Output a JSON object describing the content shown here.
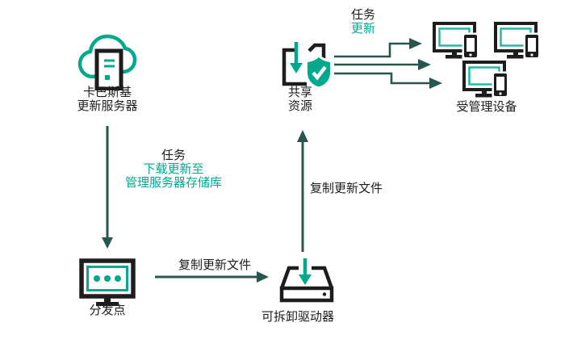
{
  "diagram": {
    "title_implicit": "Kaspersky update distribution scheme",
    "colors": {
      "accent_teal": "#00a88e",
      "arrow_dark_teal": "#27564e",
      "icon_black": "#1d1d1b",
      "background": "#ffffff"
    },
    "nodes": {
      "update_servers": {
        "icon": "cloud-server-icon",
        "label": "卡巴斯基\n更新服务器"
      },
      "shared_resource": {
        "icon": "shared-folder-shield-icon",
        "label": "共享\n资源"
      },
      "managed_devices": {
        "icon": "computer-phone-icon",
        "count": 3,
        "label": "受管理设备"
      },
      "distribution_point": {
        "icon": "monitor-dots-icon",
        "label": "分发点"
      },
      "removable_drive": {
        "icon": "drive-download-icon",
        "label": "可拆卸驱动器"
      }
    },
    "edges": {
      "share_to_devices": {
        "label_black": "任务",
        "label_teal": "更新"
      },
      "server_to_dp": {
        "label_black": "任务",
        "label_teal": "下载更新至\n管理服务器存储库"
      },
      "dp_to_drive": {
        "label": "复制更新文件"
      },
      "drive_to_share": {
        "label": "复制更新文件"
      }
    }
  }
}
